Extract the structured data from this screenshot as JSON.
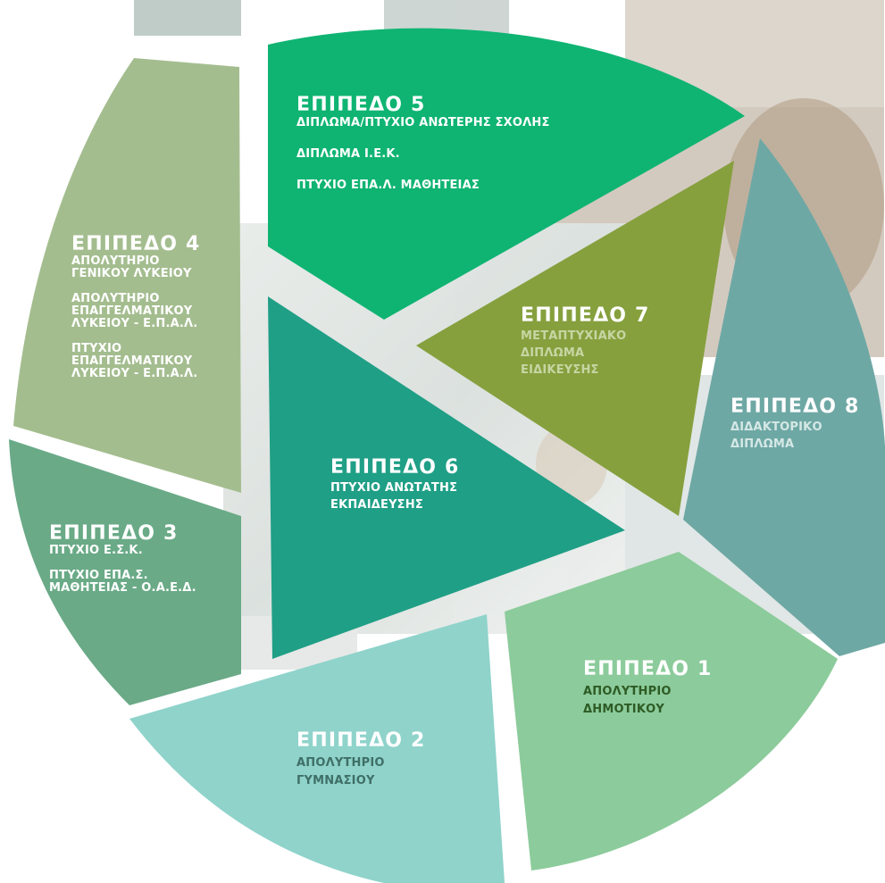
{
  "levels": {
    "l1": {
      "title": "ΕΠΙΠΕΔΟ 1",
      "items": [
        "ΑΠΟΛΥΤΗΡΙΟ",
        "ΔΗΜΟΤΙΚΟΥ"
      ],
      "fill": "#8ccb9b",
      "item_color": "#2e5b25"
    },
    "l2": {
      "title": "ΕΠΙΠΕΔΟ 2",
      "items": [
        "ΑΠΟΛΥΤΗΡΙΟ",
        "ΓΥΜΝΑΣΙΟΥ"
      ],
      "fill": "#8fd3cb",
      "item_color": "#3f6f66"
    },
    "l3": {
      "title": "ΕΠΙΠΕΔΟ 3",
      "items": [
        "ΠΤΥΧΙΟ Ε.Σ.Κ.",
        "ΠΤΥΧΙΟ ΕΠΑ.Σ.",
        "ΜΑΘΗΤΕΙΑΣ - Ο.Α.Ε.Δ."
      ],
      "fill": "#6aaa87",
      "item_color": "#ffffff"
    },
    "l4": {
      "title": "ΕΠΙΠΕΔΟ 4",
      "items": [
        "ΑΠΟΛΥΤΗΡΙΟ",
        "ΓΕΝΙΚΟΥ ΛΥΚΕΙΟΥ",
        "ΑΠΟΛΥΤΗΡΙΟ",
        "ΕΠΑΓΓΕΛΜΑΤΙΚΟΥ",
        "ΛΥΚΕΙΟΥ - Ε.Π.Α.Λ.",
        "ΠΤΥΧΙΟ",
        "ΕΠΑΓΓΕΛΜΑΤΙΚΟΥ",
        "ΛΥΚΕΙΟΥ - Ε.Π.Α.Λ."
      ],
      "fill": "#a4bd8f",
      "item_color": "#ffffff"
    },
    "l5": {
      "title": "ΕΠΙΠΕΔΟ 5",
      "items": [
        "ΔΙΠΛΩΜΑ/ΠΤΥΧΙΟ ΑΝΩΤΕΡΗΣ ΣΧΟΛΗΣ",
        "ΔΙΠΛΩΜΑ Ι.Ε.Κ.",
        "ΠΤΥΧΙΟ ΕΠΑ.Λ. ΜΑΘΗΤΕΙΑΣ"
      ],
      "fill": "#0fb472",
      "item_color": "#ffffff"
    },
    "l6": {
      "title": "ΕΠΙΠΕΔΟ 6",
      "items": [
        "ΠΤΥΧΙΟ ΑΝΩΤΑΤΗΣ",
        "ΕΚΠΑΙΔΕΥΣΗΣ"
      ],
      "fill": "#1f9f86",
      "item_color": "#ffffff"
    },
    "l7": {
      "title": "ΕΠΙΠΕΔΟ 7",
      "items": [
        "ΜΕΤΑΠΤΥΧΙΑΚΟ",
        "ΔΙΠΛΩΜΑ",
        "ΕΙΔΙΚΕΥΣΗΣ"
      ],
      "fill": "#86a03e",
      "item_color": "#c7d6a3"
    },
    "l8": {
      "title": "ΕΠΙΠΕΔΟ 8",
      "items": [
        "ΔΙΔΑΚΤΟΡΙΚΟ",
        "ΔΙΠΛΩΜΑ"
      ],
      "fill": "#6ea8a5",
      "item_color": "#d5e8e6"
    }
  }
}
